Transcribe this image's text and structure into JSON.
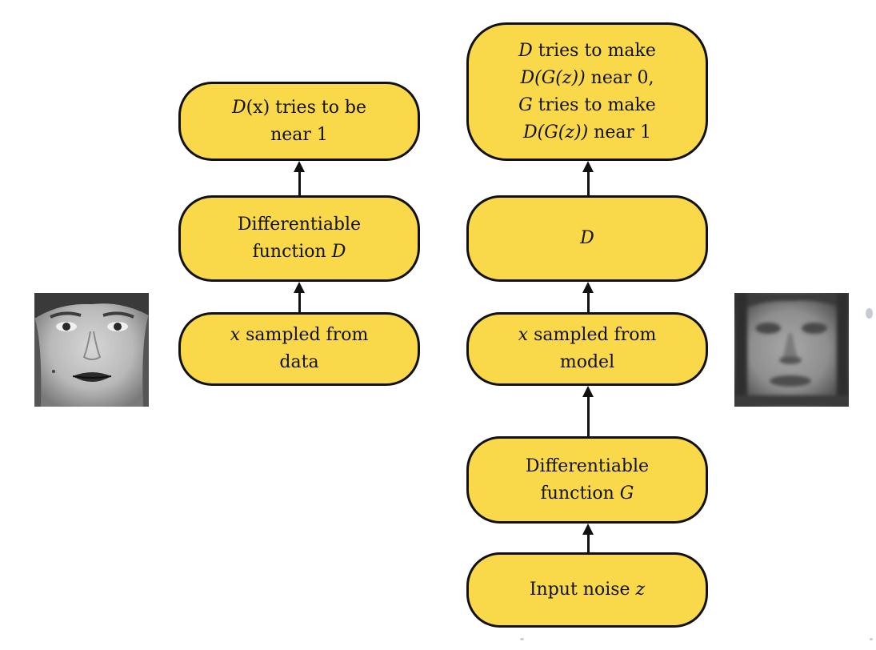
{
  "colors": {
    "node_fill": "#f9d849",
    "node_border": "#111111",
    "dot": "#c5cad3"
  },
  "left_column": {
    "top": {
      "parts": [
        "D",
        "(x) tries to be"
      ],
      "line2": "near 1"
    },
    "middle": {
      "line1": "Differentiable",
      "line2_text": "function ",
      "line2_var": "D"
    },
    "bottom": {
      "line1_var": "x",
      "line1_text": " sampled from",
      "line2": "data"
    }
  },
  "right_column": {
    "top": {
      "l1_var": "D",
      "l1_text": " tries to make",
      "l2_var": "D(G(z))",
      "l2_text": " near 0,",
      "l3_var": "G",
      "l3_text": " tries to make",
      "l4_var": "D(G(z))",
      "l4_text": " near 1"
    },
    "d_node": {
      "var": "D"
    },
    "sample": {
      "line1_var": "x",
      "line1_text": " sampled from",
      "line2": "model"
    },
    "g_node": {
      "line1": "Differentiable",
      "line2_text": "function ",
      "line2_var": "G"
    },
    "noise": {
      "text": "Input noise ",
      "var": "z"
    }
  },
  "images": {
    "real_face": "real-face-photo",
    "generated_face": "generated-face-photo"
  }
}
